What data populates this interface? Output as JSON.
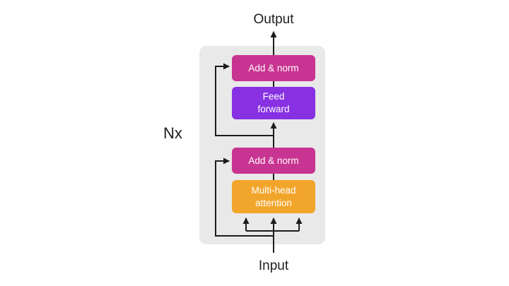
{
  "diagram": {
    "output_label": "Output",
    "input_label": "Input",
    "repeat_label": "Nx",
    "blocks": [
      {
        "label": "Add & norm",
        "color": "#C83491"
      },
      {
        "label": "Feed\nforward",
        "color": "#8731E2"
      },
      {
        "label": "Add & norm",
        "color": "#C83491"
      },
      {
        "label": "Multi-head\nattention",
        "color": "#F2A52B"
      }
    ],
    "colors": {
      "page_background": "#FFFFFF",
      "container_background": "#E9E9E9",
      "line": "#1C1C1C",
      "text": "#1E1E1E",
      "block_text": "#FFFFFF",
      "add_norm": "#C83491",
      "feed_forward": "#8731E2",
      "multi_head_attention": "#F2A52B"
    }
  }
}
